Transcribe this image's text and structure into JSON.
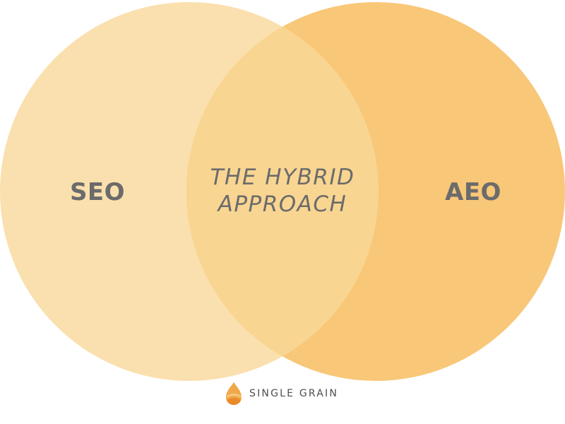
{
  "diagram": {
    "type": "venn",
    "sets": [
      {
        "label": "SEO",
        "color": "#fae0ae"
      },
      {
        "label": "AEO",
        "color": "#f8c778"
      }
    ],
    "intersection": {
      "line1": "THE HYBRID",
      "line2": "APPROACH",
      "color": "#f9d592"
    },
    "text_color": "#6b6b6b"
  },
  "brand": {
    "name": "SINGLE GRAIN",
    "logo_icon": "flame-icon",
    "logo_colors": [
      "#f0a84a",
      "#f6c97f",
      "#e98a2b"
    ]
  }
}
